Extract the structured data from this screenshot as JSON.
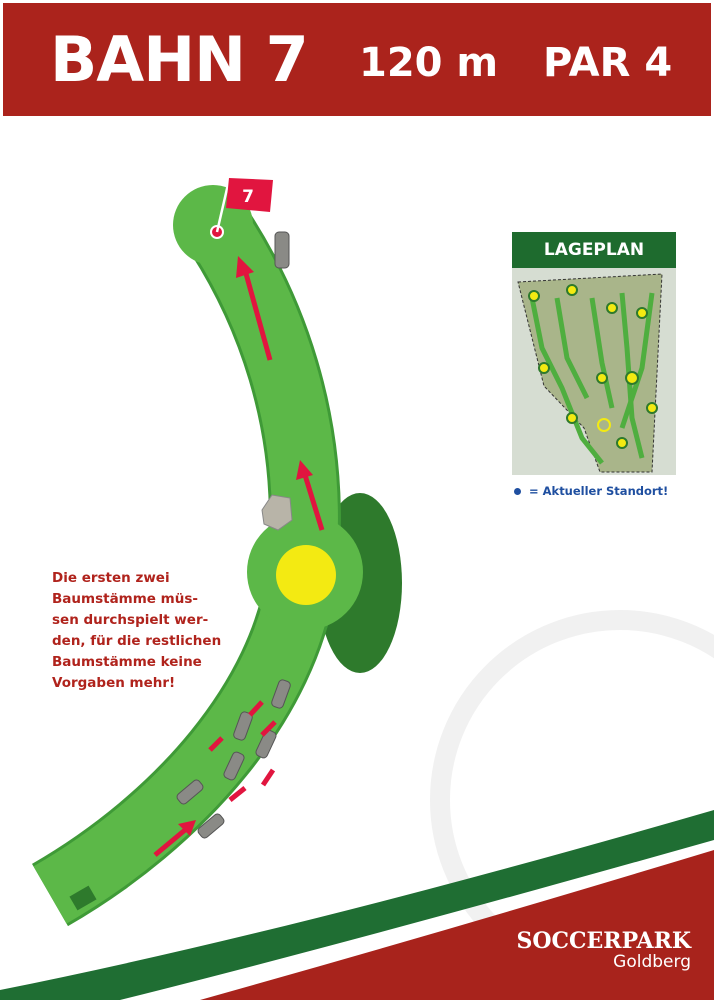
{
  "header": {
    "title": "BAHN 7",
    "length": "120 m",
    "par": "PAR  4"
  },
  "hole": {
    "flag_number": "7"
  },
  "note": "Die ersten zwei\nBaumstämme müs-\nsen durchspielt wer-\nden, für die restlichen\nBaumstämme keine\nVorgaben mehr!",
  "lageplan": {
    "title": "LAGEPLAN",
    "legend": "= Aktueller Standort!"
  },
  "logo": {
    "brand": "SOCCERPARK",
    "location": "Goldberg"
  },
  "colors": {
    "red": "#ab231c",
    "green": "#5cb848",
    "dark_green": "#2e7a2c",
    "yellow": "#f3ea12"
  }
}
